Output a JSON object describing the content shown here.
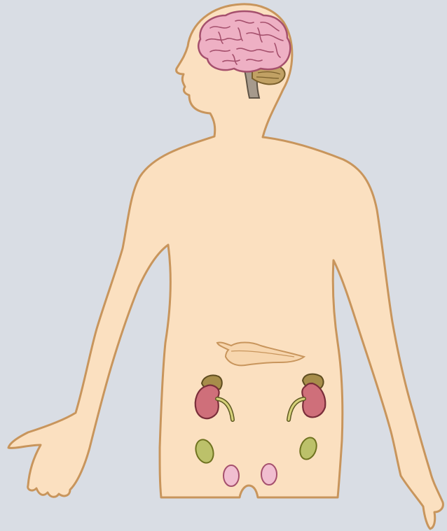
{
  "diagram": {
    "colors": {
      "background": "#d9dde4",
      "skin": "#fbe0c0",
      "outline": "#c8955c",
      "brain": "#eeb0c4",
      "brain_outline": "#a5506d",
      "cerebellum": "#c1a164",
      "brainstem": "#a69a8c",
      "pancreas": "#f7d6ae",
      "kidney": "#cf6f7a",
      "adrenal": "#a78d4a",
      "ureter": "#d6d27a",
      "ovary": "#bcc16a",
      "testis": "#f1bed0"
    },
    "organs": [
      {
        "id": "brain",
        "icon": "brain-icon"
      },
      {
        "id": "cerebellum",
        "icon": "cerebellum-icon"
      },
      {
        "id": "brainstem",
        "icon": "brainstem-icon"
      },
      {
        "id": "pancreas",
        "icon": "pancreas-icon"
      },
      {
        "id": "left-kidney",
        "icon": "kidney-icon"
      },
      {
        "id": "right-kidney",
        "icon": "kidney-icon"
      },
      {
        "id": "left-adrenal-gland",
        "icon": "adrenal-gland-icon"
      },
      {
        "id": "right-adrenal-gland",
        "icon": "adrenal-gland-icon"
      },
      {
        "id": "left-ovary",
        "icon": "ovary-icon"
      },
      {
        "id": "right-ovary",
        "icon": "ovary-icon"
      },
      {
        "id": "left-testis",
        "icon": "testis-icon"
      },
      {
        "id": "right-testis",
        "icon": "testis-icon"
      }
    ]
  }
}
